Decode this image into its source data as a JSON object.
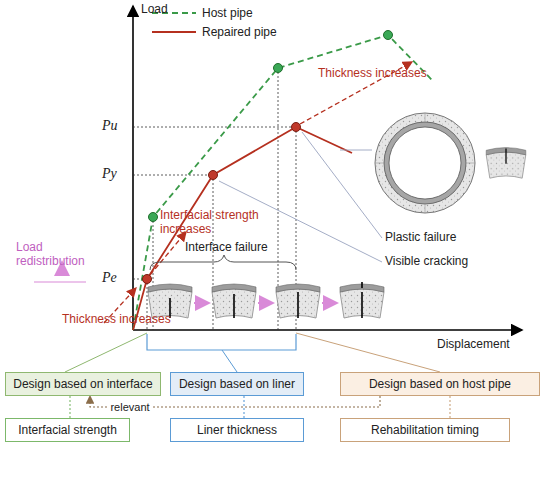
{
  "diagram": {
    "nodes": [
      {
        "text": [
          "Design based on interface"
        ]
      },
      {
        "text": [
          "Design based on liner"
        ]
      },
      {
        "text": [
          "Design based on host pipe"
        ]
      },
      {
        "text": [
          "Interfacial strength"
        ]
      },
      {
        "text": [
          "Liner thickness"
        ]
      },
      {
        "text": [
          "Rehabilitation timing"
        ]
      }
    ],
    "edges": [
      {
        "from": 2,
        "to": 0,
        "label": "relevant",
        "arrow": "to"
      },
      {
        "from": 3,
        "to": 0,
        "arrow": "none"
      },
      {
        "from": 4,
        "to": 1,
        "arrow": "none"
      },
      {
        "from": 5,
        "to": 2,
        "arrow": "none"
      }
    ],
    "labels": [
      "Load",
      "Thickness increases",
      "Pu",
      "Py",
      "Plastic failure",
      "Load redistribution",
      "Interfacial strength increases",
      "Visible cracking",
      "Interface failure",
      "Pe",
      "Thickness increases",
      "Displacement"
    ],
    "legend": [
      {
        "text": "Host pipe"
      },
      {
        "text": "Repaired pipe"
      }
    ]
  }
}
